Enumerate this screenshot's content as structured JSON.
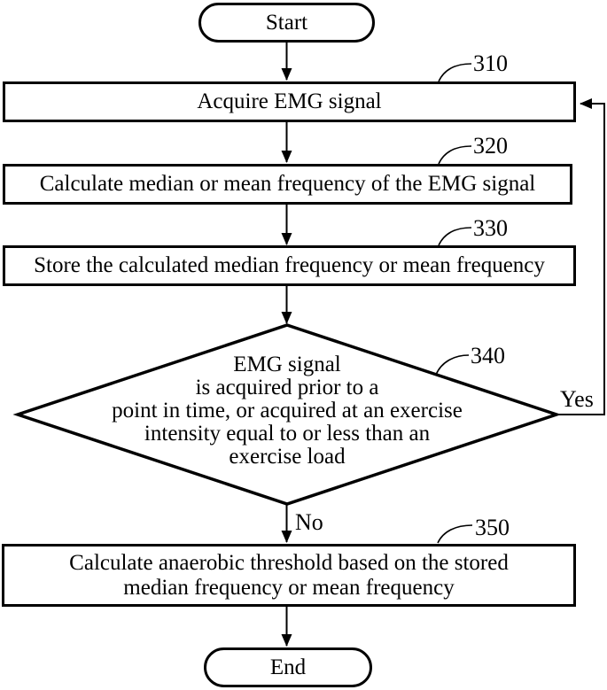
{
  "figure": {
    "bg": "#ffffff",
    "ink": "#000000"
  },
  "nodes": {
    "start": {
      "label": "Start"
    },
    "step310": {
      "ref": "310",
      "label": "Acquire EMG signal"
    },
    "step320": {
      "ref": "320",
      "label": "Calculate median or mean frequency of the EMG signal"
    },
    "step330": {
      "ref": "330",
      "label": "Store the calculated median frequency or mean frequency"
    },
    "decision340": {
      "ref": "340",
      "line1": "EMG signal",
      "line2": "is acquired prior to a",
      "line3": "point in time, or acquired at an exercise",
      "line4": "intensity equal to or less than an",
      "line5": "exercise load"
    },
    "step350": {
      "ref": "350",
      "line1": "Calculate anaerobic threshold based on the stored",
      "line2": "median frequency or mean frequency"
    },
    "end": {
      "label": "End"
    }
  },
  "branches": {
    "yes": "Yes",
    "no": "No"
  }
}
